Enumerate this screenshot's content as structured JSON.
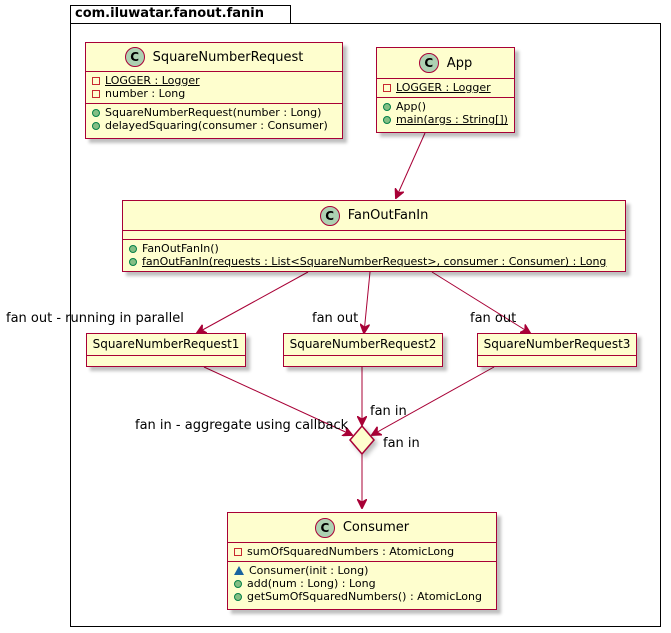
{
  "package": {
    "name": "com.iluwatar.fanout.fanin"
  },
  "classes": {
    "square_number_request": {
      "name": "SquareNumberRequest",
      "stereotype": "C",
      "fields": [
        "LOGGER : Logger",
        "number : Long"
      ],
      "methods": [
        "SquareNumberRequest(number : Long)",
        "delayedSquaring(consumer : Consumer)"
      ]
    },
    "app": {
      "name": "App",
      "stereotype": "C",
      "fields": [
        "LOGGER : Logger"
      ],
      "methods": [
        "App()",
        "main(args : String[])"
      ]
    },
    "fan_out_fan_in": {
      "name": "FanOutFanIn",
      "stereotype": "C",
      "methods": [
        "FanOutFanIn()",
        "fanOutFanIn(requests : List<SquareNumberRequest>, consumer : Consumer) : Long"
      ]
    },
    "consumer": {
      "name": "Consumer",
      "stereotype": "C",
      "fields": [
        "sumOfSquaredNumbers : AtomicLong"
      ],
      "methods": [
        "Consumer(init : Long)",
        "add(num : Long) : Long",
        "getSumOfSquaredNumbers() : AtomicLong"
      ]
    }
  },
  "objects": {
    "request1": "SquareNumberRequest1",
    "request2": "SquareNumberRequest2",
    "request3": "SquareNumberRequest3"
  },
  "edge_labels": {
    "fan_out_parallel": "fan out - running in parallel",
    "fan_out_2": "fan out",
    "fan_out_3": "fan out",
    "fan_in_aggregate": "fan in - aggregate using callback",
    "fan_in_top": "fan in",
    "fan_in_right": "fan in"
  },
  "colors": {
    "class_fill": "#FEFECE",
    "border": "#A80036",
    "class_icon": "#ADD1B2",
    "arrow": "#A80036"
  }
}
